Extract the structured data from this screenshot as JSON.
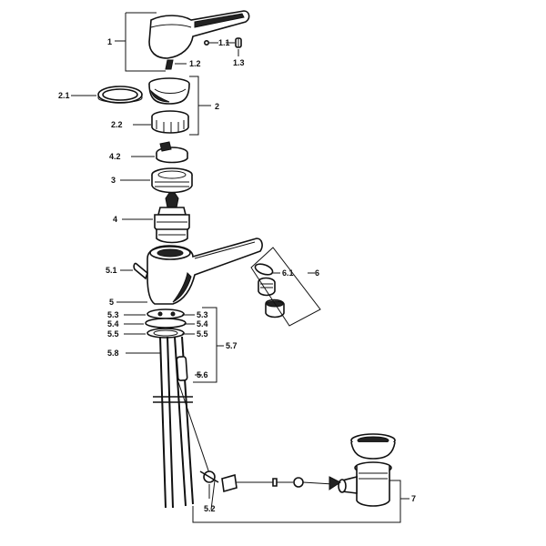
{
  "labels": {
    "l1": "1",
    "l1_1": "1.1",
    "l1_2": "1.2",
    "l1_3": "1.3",
    "l2": "2",
    "l2_1": "2.1",
    "l2_2": "2.2",
    "l4_2": "4.2",
    "l3": "3",
    "l4": "4",
    "l5_1": "5.1",
    "l5": "5",
    "l6": "6",
    "l6_1": "6.1",
    "l5_3a": "5.3",
    "l5_3b": "5.3",
    "l5_4a": "5.4",
    "l5_4b": "5.4",
    "l5_5a": "5.5",
    "l5_5b": "5.5",
    "l5_7": "5.7",
    "l5_8": "5.8",
    "l5_6": "5.6",
    "l5_2": "5.2",
    "l7": "7"
  }
}
